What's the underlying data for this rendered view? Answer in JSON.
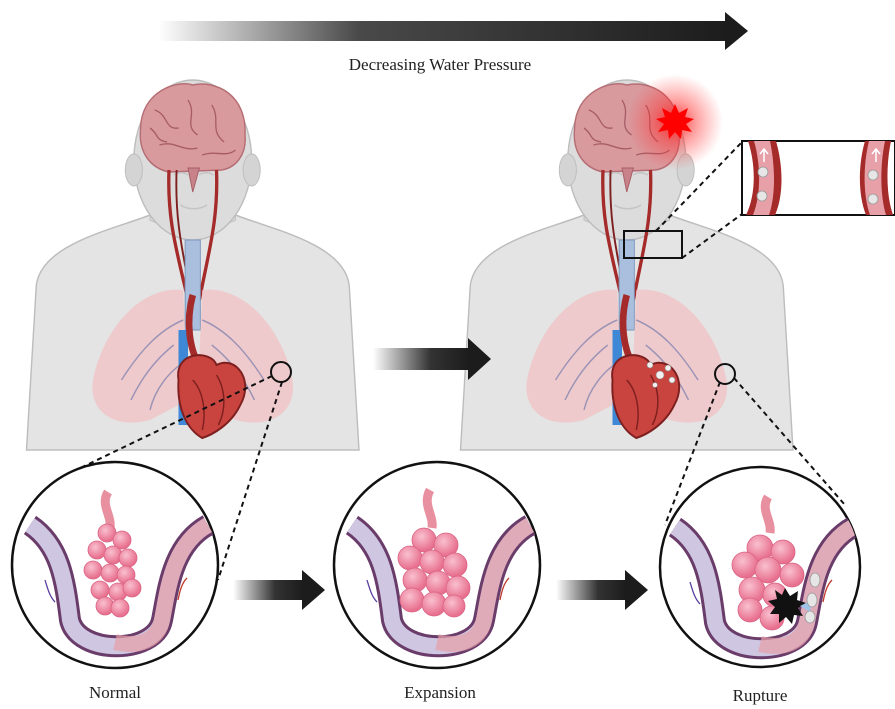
{
  "header": {
    "pressure_label": "Decreasing Water Pressure"
  },
  "stages": [
    {
      "id": "normal",
      "label": "Normal"
    },
    {
      "id": "expansion",
      "label": "Expansion"
    },
    {
      "id": "rupture",
      "label": "Rupture"
    }
  ],
  "colors": {
    "arrow": "#1c1c1c",
    "body": "#e4e4e4",
    "body_outline": "#bdbdbd",
    "brain": "#d99a9e",
    "lung": "#f0c6c8",
    "artery": "#a52a2a",
    "vein": "#4a6fb0",
    "alveoli": "#ef8aa5",
    "vein_tube": "#b8b6dc",
    "artery_tube": "#e7a0a8",
    "burst": "#ff0000"
  },
  "icons": [
    "human-torso-icon",
    "brain-icon",
    "heart-icon",
    "lung-icon",
    "alveoli-icon",
    "capillary-icon",
    "burst-icon",
    "bubble-icon"
  ]
}
